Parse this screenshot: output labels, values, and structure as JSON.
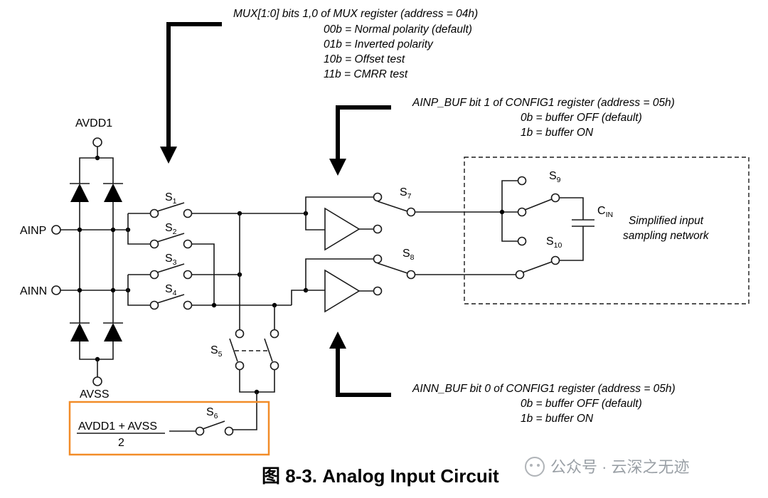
{
  "annotations": {
    "mux": {
      "line1": "MUX[1:0] bits 1,0 of MUX register (address = 04h)",
      "line2": "00b = Normal polarity (default)",
      "line3": "01b = Inverted polarity",
      "line4": "10b = Offset test",
      "line5": "11b = CMRR test"
    },
    "ainp_buf": {
      "line1": "AINP_BUF bit 1 of CONFIG1 register (address = 05h)",
      "line2": "0b = buffer OFF (default)",
      "line3": "1b = buffer ON"
    },
    "ainn_buf": {
      "line1": "AINN_BUF bit 0 of CONFIG1 register (address = 05h)",
      "line2": "0b = buffer OFF (default)",
      "line3": "1b = buffer ON"
    }
  },
  "pins": {
    "avdd1": "AVDD1",
    "avss": "AVSS",
    "ainp": "AINP",
    "ainn": "AINN"
  },
  "switches": {
    "s1": {
      "base": "S",
      "sub": "1"
    },
    "s2": {
      "base": "S",
      "sub": "2"
    },
    "s3": {
      "base": "S",
      "sub": "3"
    },
    "s4": {
      "base": "S",
      "sub": "4"
    },
    "s5": {
      "base": "S",
      "sub": "5"
    },
    "s6": {
      "base": "S",
      "sub": "6"
    },
    "s7": {
      "base": "S",
      "sub": "7"
    },
    "s8": {
      "base": "S",
      "sub": "8"
    },
    "s9": {
      "base": "S",
      "sub": "9"
    },
    "s10": {
      "base": "S",
      "sub": "10"
    }
  },
  "capacitor": {
    "base": "C",
    "sub": "IN"
  },
  "sampling_network": {
    "line1": "Simplified input",
    "line2": "sampling network"
  },
  "midsupply": {
    "numerator": "AVDD1 + AVSS",
    "denominator": "2"
  },
  "caption": "图 8-3. Analog Input Circuit",
  "watermark": "公众号 · 云深之无迹",
  "colors": {
    "highlight_box": "#f28c28",
    "line": "#1a1a1a",
    "watermark": "#9aa0a6"
  }
}
